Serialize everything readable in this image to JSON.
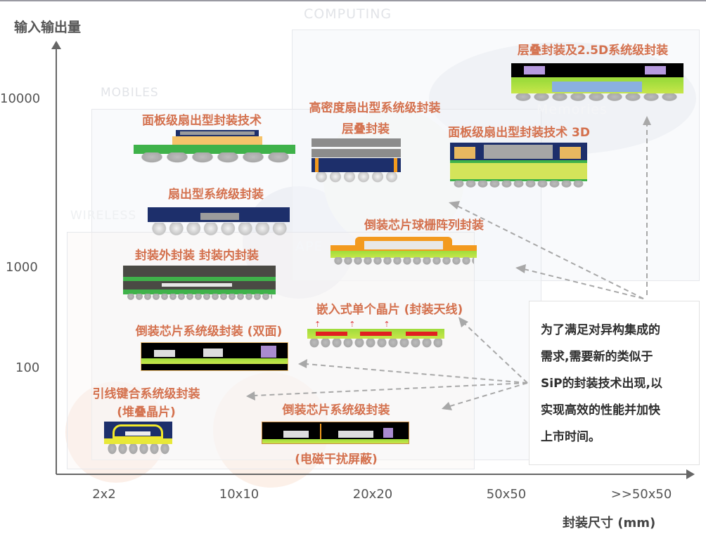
{
  "axes": {
    "y_title": "输入输出量",
    "y_ticks": [
      "10000",
      "1000",
      "100"
    ],
    "x_ticks": [
      "2x2",
      "10x10",
      "20x20",
      "50x50",
      ">>50x50"
    ],
    "x_title": "封装尺寸 (mm)"
  },
  "regions": {
    "computing": "COMPUTING",
    "mobiles": "MOBILES",
    "wireless": "WIRELESS",
    "ape": "APE",
    "memories": "Memories"
  },
  "packages": [
    {
      "label": "面板级扇出型封装技术"
    },
    {
      "label": "扇出型系统级封装"
    },
    {
      "label": "封装外封装 封装内封装"
    },
    {
      "label": "倒装芯片系统级封装 (双面)"
    },
    {
      "label": "引线键合系统级封装",
      "sublabel": "(堆叠晶片)"
    },
    {
      "label": "倒装芯片系统级封装",
      "sublabel": "(电磁干扰屏蔽)"
    },
    {
      "label": "嵌入式单个晶片 (封装天线)"
    },
    {
      "label": "倒装芯片球栅阵列封装"
    },
    {
      "label": "高密度扇出型系统级封装",
      "sublabel": "层叠封装"
    },
    {
      "label": "面板级扇出型封装技术 3D"
    },
    {
      "label": "层叠封装及2.5D系统级封装"
    }
  ],
  "note": {
    "lines": [
      "为了满足对异构集成的",
      "需求,需要新的类似于",
      "SiP的封装技术出现,以",
      "实现高效的性能并加快",
      "上市时间。"
    ]
  },
  "colors": {
    "label": "#d4714e",
    "axis": "#666666",
    "substrate": "#3fb24a",
    "die": "#1d2f6b"
  }
}
